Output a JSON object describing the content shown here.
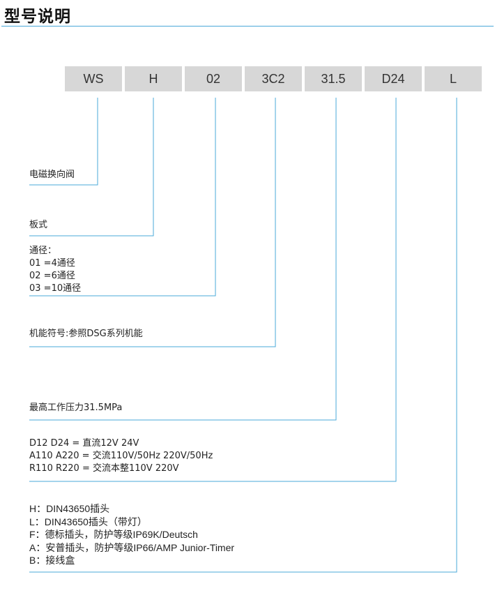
{
  "title": "型号说明",
  "codes": [
    "WS",
    "H",
    "02",
    "3C2",
    "31.5",
    "D24",
    "L"
  ],
  "descriptions": {
    "ws": "电磁换向阀",
    "h": "板式",
    "size": {
      "heading": "通径：",
      "lines": [
        "01 =4通径",
        "02 =6通径",
        "03 =10通径"
      ]
    },
    "function": "机能符号:参照DSG系列机能",
    "pressure": "最高工作压力31.5MPa",
    "voltage": [
      "D12   D24 = 直流12V 24V",
      "A110 A220 = 交流110V/50Hz 220V/50Hz",
      "R110 R220 = 交流本整110V 220V"
    ],
    "connector": [
      "H：DIN43650插头",
      "L：DIN43650插头（带灯）",
      "F：德标插头，防护等级IP69K/Deutsch",
      "A：安普插头，防护等级IP66/AMP Junior-Timer",
      "B：接线盒"
    ]
  },
  "colors": {
    "line": "#4aa8d8",
    "box": "#d7d7d7"
  }
}
